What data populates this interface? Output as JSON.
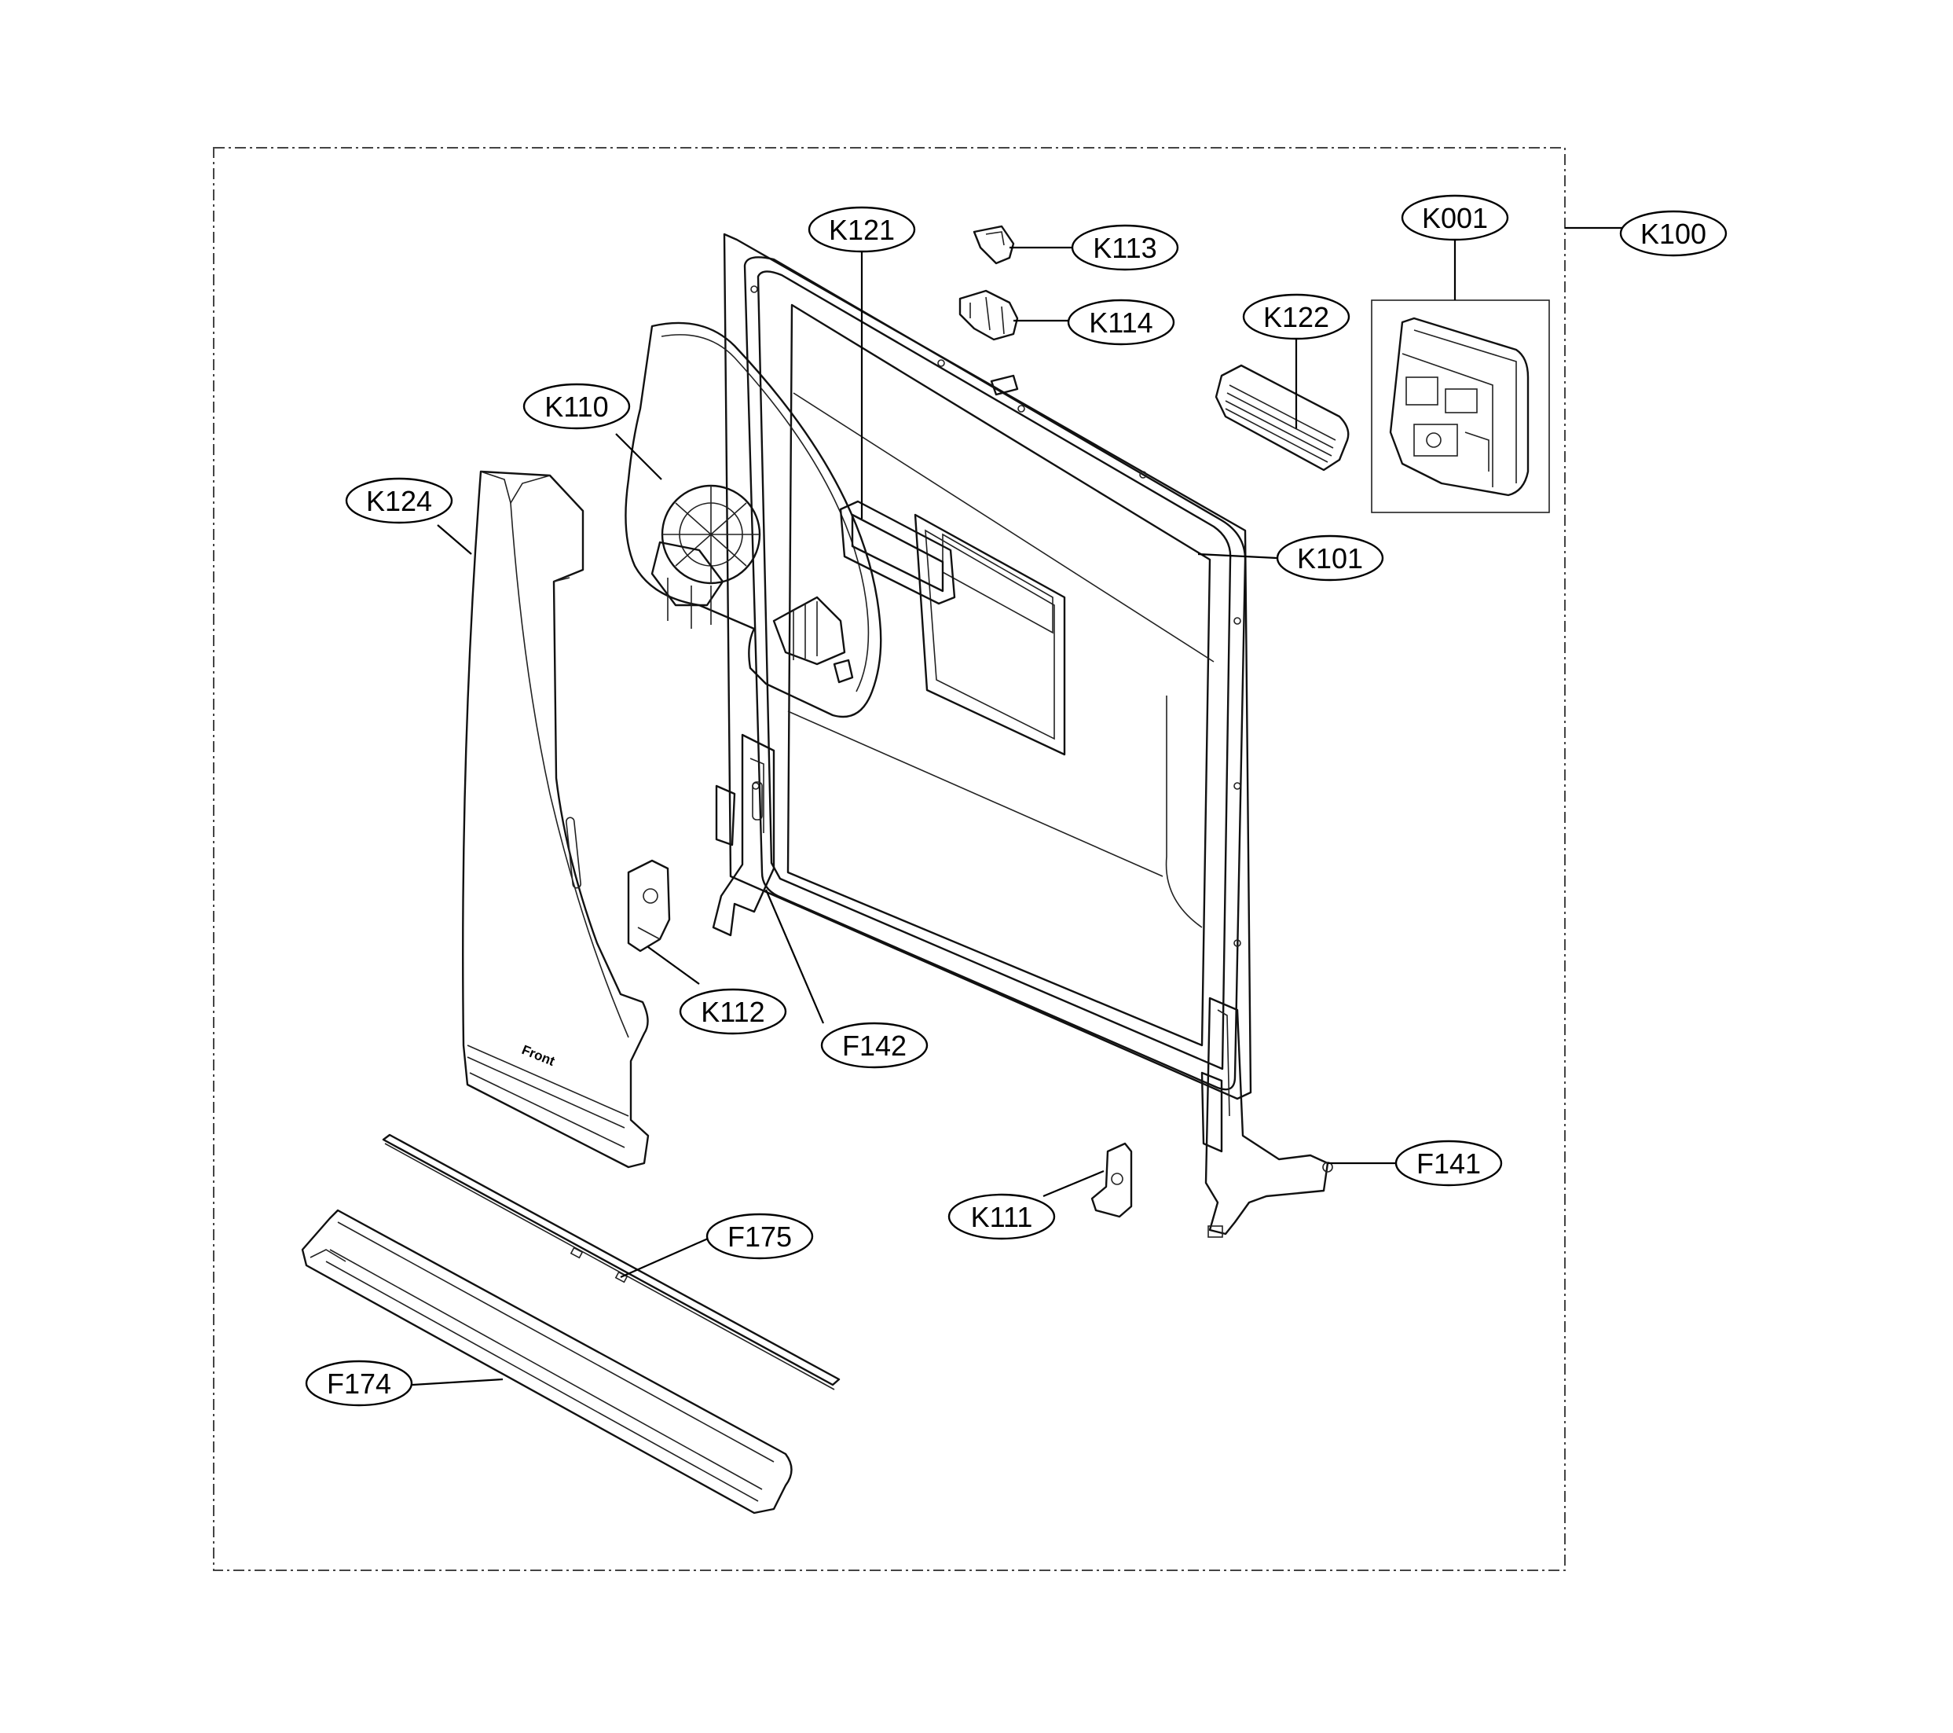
{
  "diagram": {
    "callouts": {
      "k001": "K001",
      "k100": "K100",
      "k101": "K101",
      "k110": "K110",
      "k111": "K111",
      "k112": "K112",
      "k113": "K113",
      "k114": "K114",
      "k121": "K121",
      "k122": "K122",
      "k124": "K124",
      "f141": "F141",
      "f142": "F142",
      "f174": "F174",
      "f175": "F175"
    },
    "part_text": {
      "front": "Front"
    }
  }
}
